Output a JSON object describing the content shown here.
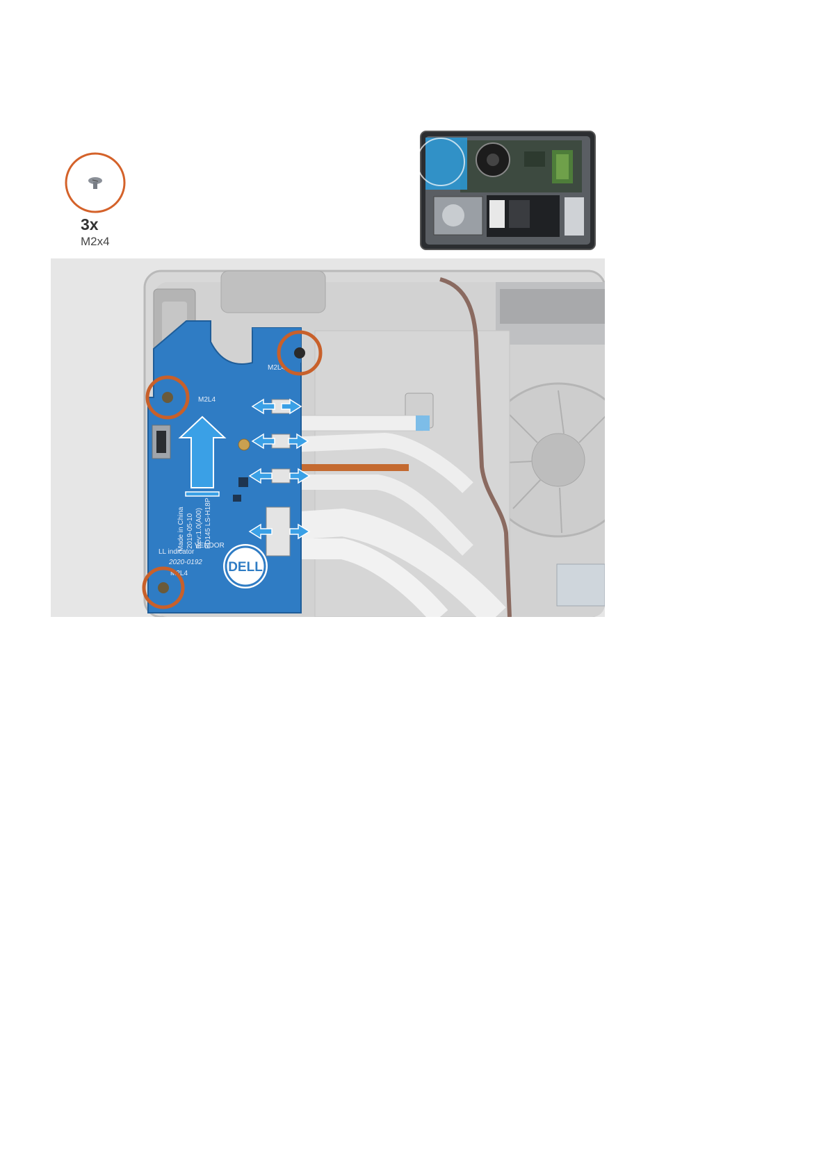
{
  "screws": {
    "count_label": "3x",
    "type_label": "M2x4",
    "ring_color": "#d4622a"
  },
  "board": {
    "color": "#2a78c8",
    "logo_text": "DELL",
    "screw_labels": [
      "M2L4",
      "M2L4",
      "M2L4"
    ],
    "silkscreen": [
      "Made in China",
      "2019-05-10",
      "Rev:1.0(A00)",
      "FD145 LS-H18P",
      "LL indicator",
      "VENDOR",
      "2020-0192"
    ]
  },
  "arrows": {
    "color": "#3aa0e6"
  }
}
